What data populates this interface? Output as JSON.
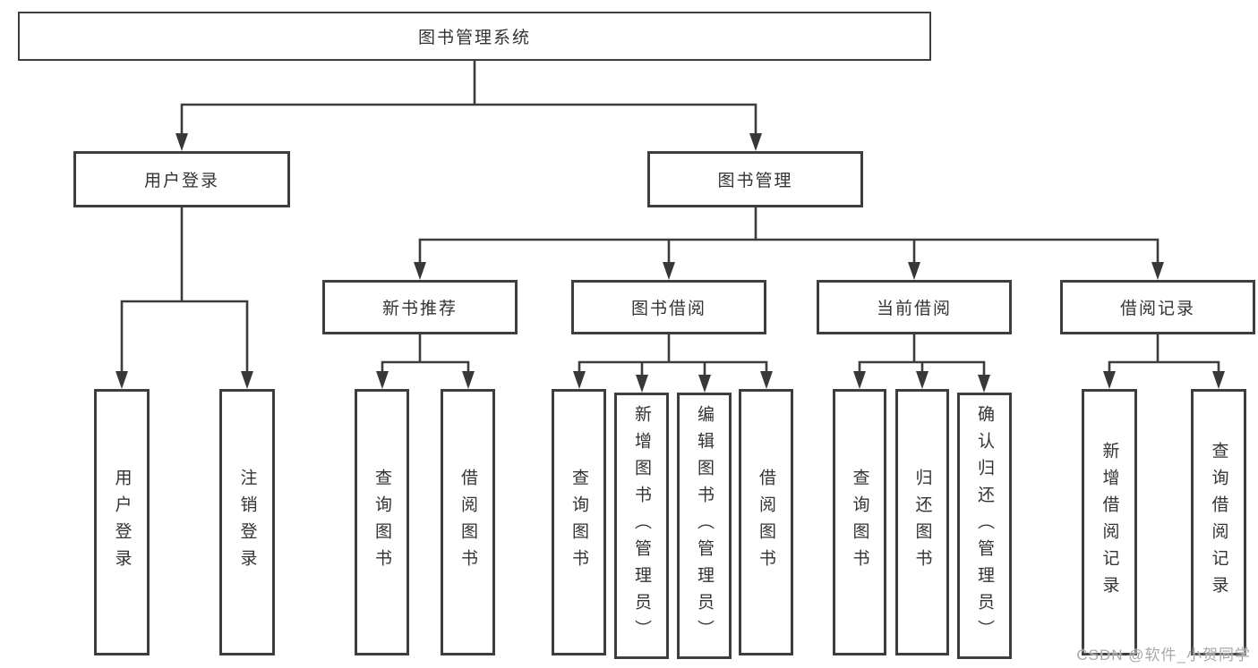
{
  "diagram": {
    "root": {
      "label": "图书管理系统"
    },
    "branches": [
      {
        "label": "用户登录",
        "leaves": [
          {
            "label": "用户登录"
          },
          {
            "label": "注销登录"
          }
        ]
      },
      {
        "label": "图书管理",
        "groups": [
          {
            "label": "新书推荐",
            "leaves": [
              {
                "label": "查询图书"
              },
              {
                "label": "借阅图书"
              }
            ]
          },
          {
            "label": "图书借阅",
            "leaves": [
              {
                "label": "查询图书"
              },
              {
                "label": "新增图书（管理员）"
              },
              {
                "label": "编辑图书（管理员）"
              },
              {
                "label": "借阅图书"
              }
            ]
          },
          {
            "label": "当前借阅",
            "leaves": [
              {
                "label": "查询图书"
              },
              {
                "label": "归还图书"
              },
              {
                "label": "确认归还（管理员）"
              }
            ]
          },
          {
            "label": "借阅记录",
            "leaves": [
              {
                "label": "新增借阅记录"
              },
              {
                "label": "查询借阅记录"
              }
            ]
          }
        ]
      }
    ]
  },
  "watermark": {
    "text": "CSDN @软件_小贺同学"
  },
  "colors": {
    "line": "#3c3c3c",
    "box_border": "#3e3e3e",
    "text": "#333333",
    "background": "#ffffff",
    "watermark": "#a8a8a8"
  }
}
